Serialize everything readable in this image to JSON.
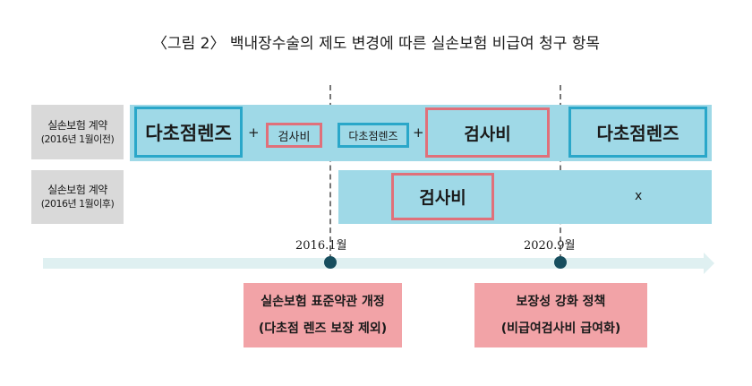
{
  "title": "〈그림 2〉 백내장수술의 제도 변경에 따른 실손보험 비급여 청구 항목",
  "rows": [
    {
      "label": "실손보험 계약",
      "sub": "(2016년 1월이전)"
    },
    {
      "label": "실손보험 계약",
      "sub": "(2016년 1월이후)"
    }
  ],
  "row1": {
    "lens1": "다초점렌즈",
    "plus1": "+",
    "exam1": "검사비",
    "lens2": "다초점렌즈",
    "plus2": "+",
    "exam2": "검사비",
    "lens3": "다초점렌즈"
  },
  "row2": {
    "exam": "검사비",
    "none": "x"
  },
  "timeline": {
    "date1": "2016.1월",
    "date2": "2020.9월"
  },
  "events": [
    {
      "line1": "실손보험 표준약관 개정",
      "line2": "(다초점 렌즈 보장 제외)"
    },
    {
      "line1": "보장성 강화 정책",
      "line2": "(비급여검사비 급여화)"
    }
  ],
  "colors": {
    "band": "#9fd9e7",
    "blue_border": "#2aa7c9",
    "red_border": "#e0707a",
    "pink": "#f2a3a7",
    "dot": "#174e5e"
  }
}
